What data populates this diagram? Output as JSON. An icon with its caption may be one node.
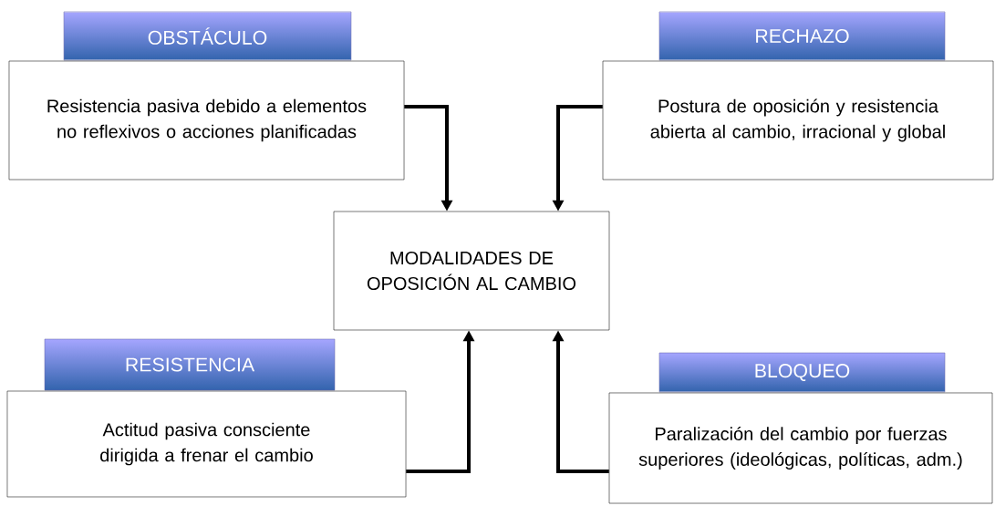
{
  "diagram": {
    "nodes": [
      {
        "text": [
          "OBSTÁCULO"
        ]
      },
      {
        "text": [
          "Resistencia pasiva debido a elementos no reflexivos o acciones planificadas"
        ]
      },
      {
        "text": [
          "RECHAZO"
        ]
      },
      {
        "text": [
          "Postura de oposición y resistencia abierta al cambio, irracional y global"
        ]
      },
      {
        "text": [
          "MODALIDADES DE OPOSICIÓN AL CAMBIO"
        ]
      },
      {
        "text": [
          "RESISTENCIA"
        ]
      },
      {
        "text": [
          "Actitud pasiva consciente dirigida a frenar el cambio"
        ]
      },
      {
        "text": [
          "BLOQUEO"
        ]
      },
      {
        "text": [
          "Paralización del cambio por fuerzas superiores (ideológicas, políticas, adm.)"
        ]
      }
    ],
    "edges": [
      {
        "from": 1,
        "to": 4,
        "arrow": "to"
      },
      {
        "from": 3,
        "to": 4,
        "arrow": "to"
      },
      {
        "from": 6,
        "to": 4,
        "arrow": "to"
      },
      {
        "from": 8,
        "to": 4,
        "arrow": "to"
      }
    ]
  }
}
